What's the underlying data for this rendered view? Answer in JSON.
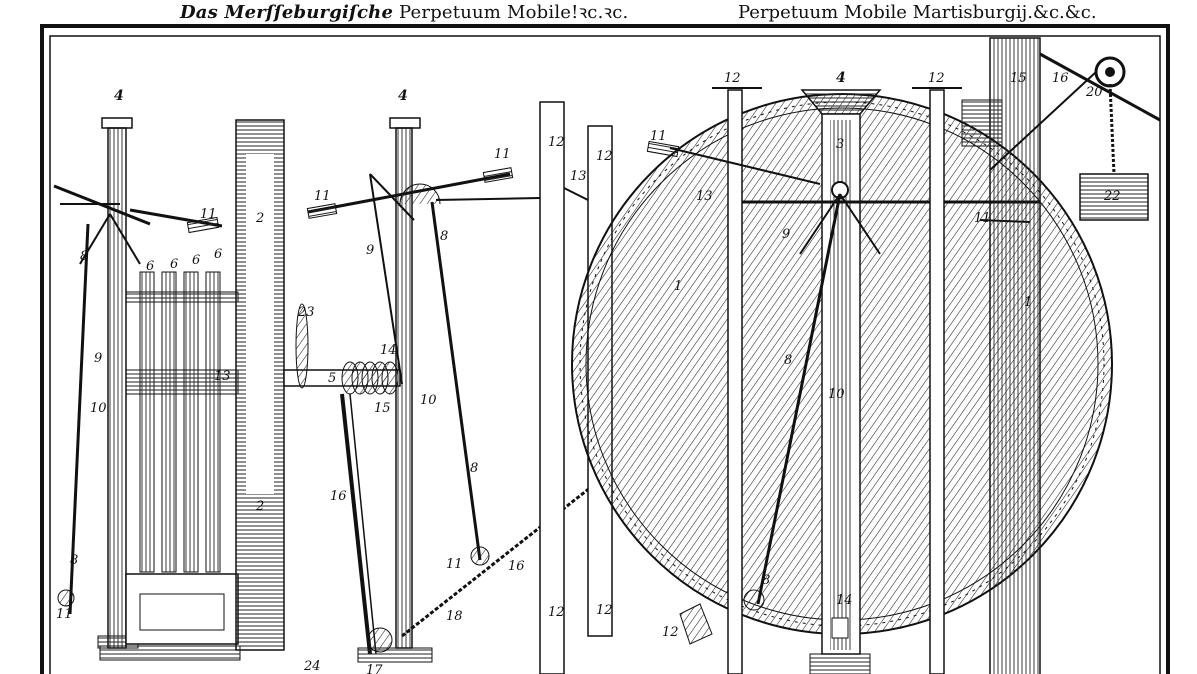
{
  "header": {
    "left_prefix": "Das Merſſeburgiſche",
    "left_title": "Perpetuum Mobile!",
    "left_suffix": "ꝛc.ꝛc.",
    "right_title": "Perpetuum Mobile Martisburgij.&c.&c."
  },
  "figure": {
    "labels": {
      "n4a": "4",
      "n4b": "4",
      "n4c": "4",
      "n12a": "12",
      "n12b": "12",
      "n12c": "12",
      "n12d": "12",
      "n12e": "12",
      "n12f": "12",
      "n12g": "12",
      "n2a": "2",
      "n2b": "2",
      "n6a": "6",
      "n6b": "6",
      "n6c": "6",
      "n6d": "6",
      "n11a": "11",
      "n11b": "11",
      "n11c": "11",
      "n11d": "11",
      "n11e": "11",
      "n11f": "11",
      "n11g": "11",
      "n8a": "8",
      "n8b": "8",
      "n8c": "8",
      "n8d": "8",
      "n8e": "8",
      "n8f": "8",
      "n9a": "9",
      "n9b": "9",
      "n9c": "9",
      "n10a": "10",
      "n10b": "10",
      "n10c": "10",
      "n13a": "13",
      "n13b": "13",
      "n13c": "13",
      "n14a": "14",
      "n14b": "14",
      "n15a": "15",
      "n15b": "15",
      "n16a": "16",
      "n16b": "16",
      "n16c": "16",
      "n17": "17",
      "n18": "18",
      "n20": "20",
      "n22": "22",
      "n23": "23",
      "n24": "24",
      "n1a": "1",
      "n1b": "1",
      "n3": "3",
      "n5": "5"
    }
  }
}
